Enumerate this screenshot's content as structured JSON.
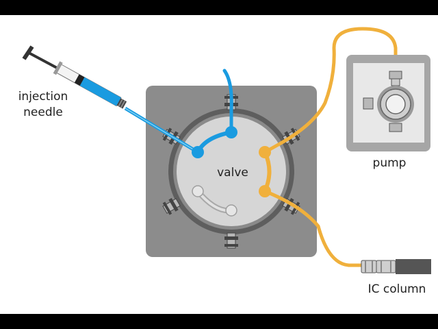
{
  "labels": {
    "needle_line1": "injection",
    "needle_line2": "needle",
    "valve": "valve",
    "pump": "pump",
    "column": "IC column"
  },
  "colors": {
    "sample_line": "#1a9be0",
    "eluent_line": "#f0b03c",
    "valve_block": "#8c8c8c",
    "valve_face": "#d6d6d6",
    "pump_body": "#a6a6a6",
    "column": "#555555",
    "background": "#ffffff",
    "letterbox": "#000000"
  },
  "icons": {
    "syringe": "syringe-icon",
    "pump": "pump-icon",
    "column": "column-icon",
    "valve": "six-port-valve-icon"
  }
}
